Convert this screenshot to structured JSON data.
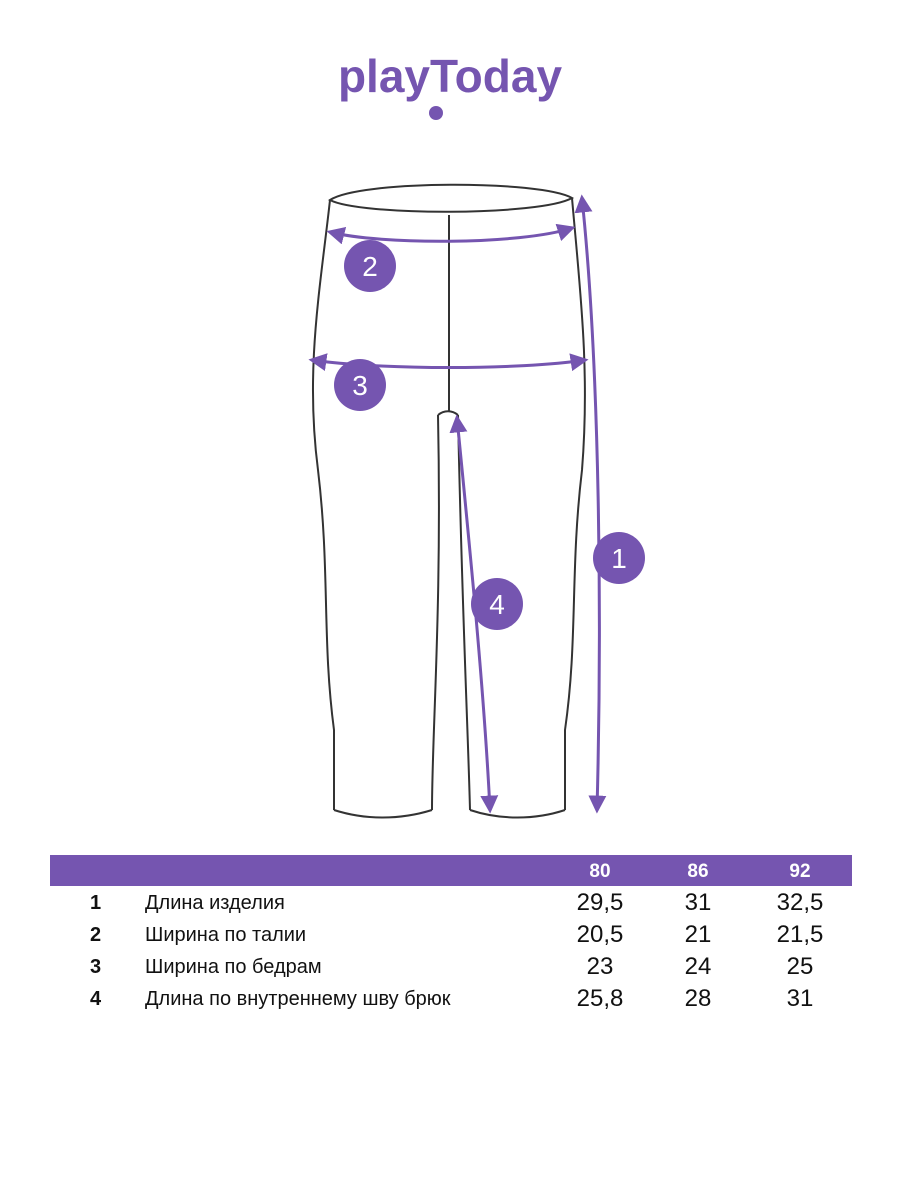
{
  "brand": {
    "logo_text": "playToday",
    "color": "#7555b0"
  },
  "diagram": {
    "markers": [
      {
        "id": "1",
        "label": "1"
      },
      {
        "id": "2",
        "label": "2"
      },
      {
        "id": "3",
        "label": "3"
      },
      {
        "id": "4",
        "label": "4"
      }
    ],
    "outline_color": "#333333",
    "arrow_color": "#7555b0"
  },
  "table": {
    "header": {
      "sizes": [
        "80",
        "86",
        "92"
      ]
    },
    "rows": [
      {
        "num": "1",
        "label": "Длина изделия",
        "values": [
          "29,5",
          "31",
          "32,5"
        ]
      },
      {
        "num": "2",
        "label": "Ширина по талии",
        "values": [
          "20,5",
          "21",
          "21,5"
        ]
      },
      {
        "num": "3",
        "label": "Ширина по бедрам",
        "values": [
          "23",
          "24",
          "25"
        ]
      },
      {
        "num": "4",
        "label": "Длина по внутреннему шву брюк",
        "values": [
          "25,8",
          "28",
          "31"
        ]
      }
    ]
  }
}
